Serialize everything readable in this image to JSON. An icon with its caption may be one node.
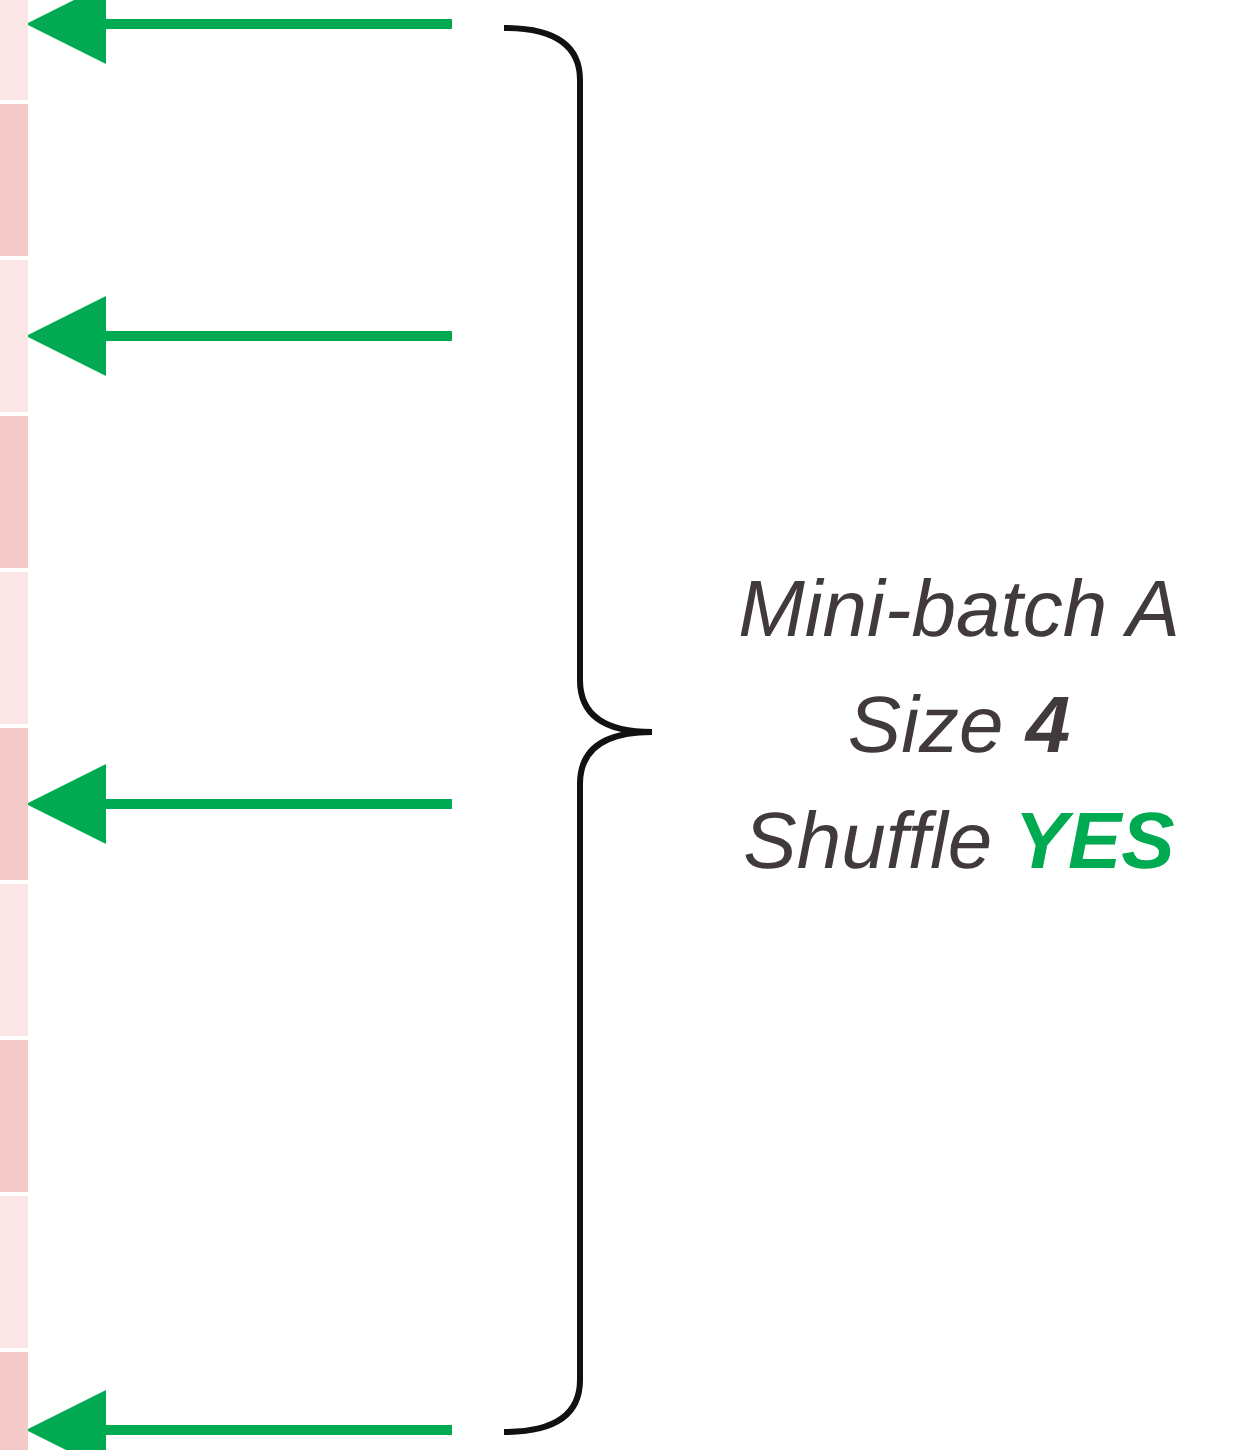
{
  "diagram": {
    "nodes": [
      {
        "text": [],
        "shape": "box"
      },
      {
        "text": [],
        "shape": "box"
      },
      {
        "text": [],
        "shape": "box"
      },
      {
        "text": [],
        "shape": "box"
      },
      {
        "text": [],
        "shape": "box"
      },
      {
        "text": [],
        "shape": "box"
      },
      {
        "text": [],
        "shape": "box"
      },
      {
        "text": [],
        "shape": "box"
      },
      {
        "text": [],
        "shape": "box"
      },
      {
        "text": [],
        "shape": "box"
      }
    ],
    "edges": [
      {
        "from": null,
        "to": 0,
        "arrow": "to"
      },
      {
        "from": null,
        "to": 2,
        "arrow": "to"
      },
      {
        "from": null,
        "to": 5,
        "arrow": "to"
      },
      {
        "from": null,
        "to": 9,
        "arrow": "to"
      }
    ],
    "labels": [
      "Mini-batch A",
      "Size **4**",
      "Shuffle **YES**"
    ]
  }
}
